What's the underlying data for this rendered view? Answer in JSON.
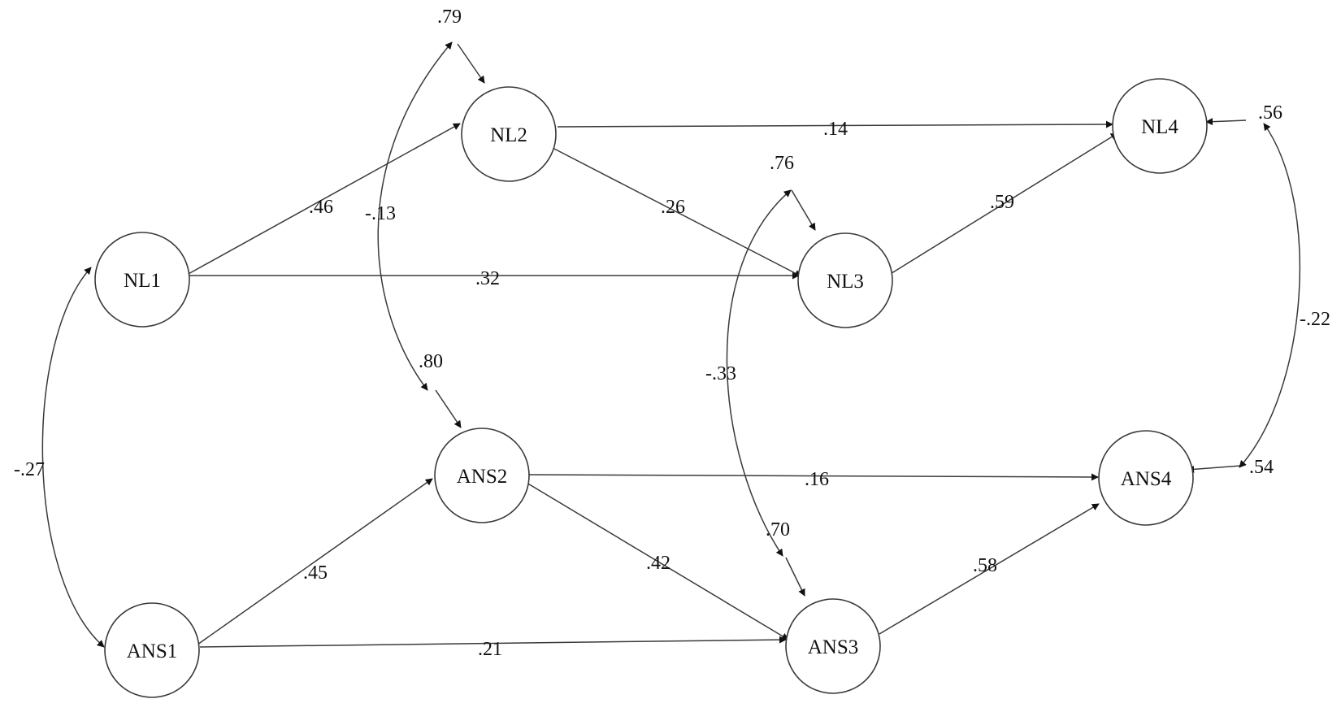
{
  "nodes": {
    "nl1": "NL1",
    "nl2": "NL2",
    "nl3": "NL3",
    "nl4": "NL4",
    "ans1": "ANS1",
    "ans2": "ANS2",
    "ans3": "ANS3",
    "ans4": "ANS4"
  },
  "paths": {
    "nl1_nl2": ".46",
    "nl1_nl3": ".32",
    "nl2_nl4": ".14",
    "nl2_nl3": ".26",
    "nl3_nl4": ".59",
    "ans1_ans2": ".45",
    "ans1_ans3": ".21",
    "ans2_ans4": ".16",
    "ans2_ans3": ".42",
    "ans3_ans4": ".58"
  },
  "covariances": {
    "nl1_ans1": "-.27",
    "e_nl2_ans2": "-.13",
    "e_nl3_ans3": "-.33",
    "e_nl4_ans4": "-.22"
  },
  "residuals": {
    "nl2": ".79",
    "ans2": ".80",
    "nl3": ".76",
    "ans3": ".70",
    "nl4": ".56",
    "ans4": ".54"
  },
  "colors": {
    "line": "#3a3a3a",
    "text": "#111111",
    "background": "#ffffff"
  }
}
